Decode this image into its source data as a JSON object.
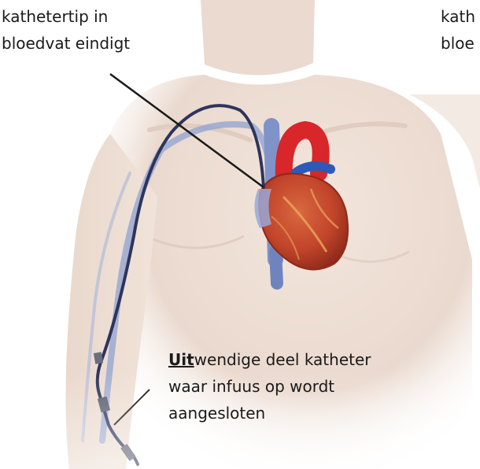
{
  "labels": {
    "tip_left": {
      "line1": "kathetertip in",
      "line2": "bloedvat eindigt"
    },
    "tip_right": {
      "line1": "kath",
      "line2": "bloe"
    },
    "external": {
      "line1_underlined": "Uit",
      "line1_rest": "wendige deel  katheter",
      "line2": "waar infuus op wordt",
      "line3": "aangesloten"
    }
  },
  "colors": {
    "skin": "#ecdcd2",
    "skin_shadow": "#d9c2b5",
    "vein": "#7f93c9",
    "artery": "#d8262a",
    "heart": "#c2452b",
    "heart_dark": "#8e2a1a",
    "catheter": "#2d355c",
    "pointer": "#1a1a1a"
  }
}
